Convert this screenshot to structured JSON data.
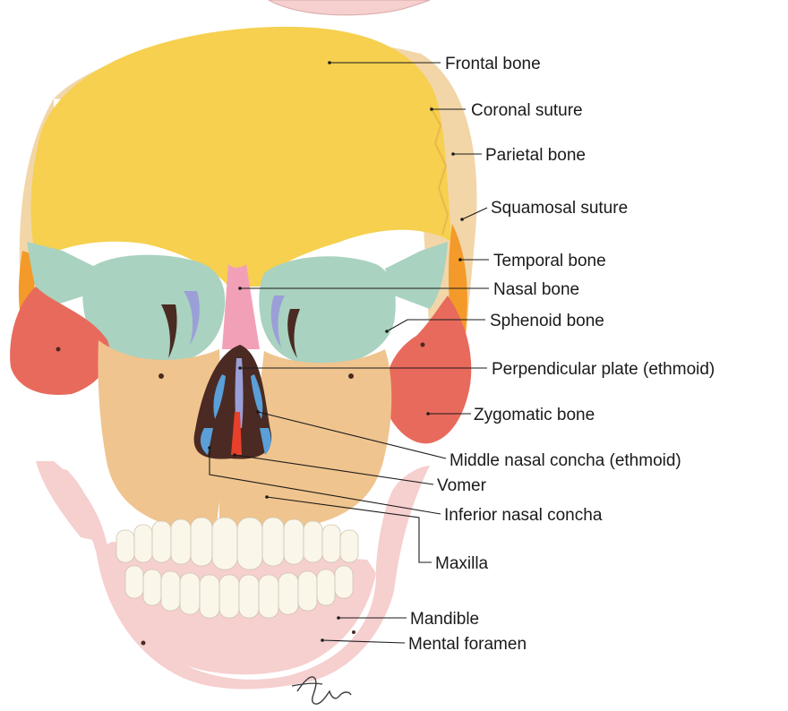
{
  "colors": {
    "frontal": "#f6d04e",
    "parietal": "#f2d6a8",
    "temporal": "#f39a2a",
    "sphenoid": "#a9d2c0",
    "zygomatic": "#e86a5c",
    "maxilla": "#f0c48e",
    "nasal": "#f2a0b8",
    "lacrimal": "#9a9fd8",
    "ethmoid_concha": "#5a9fd8",
    "vomer": "#e8402a",
    "cavity": "#4a2a22",
    "mandible": "#f6cfcf",
    "teeth": "#fbf6ea",
    "leader": "#1a1a1a"
  },
  "labels": [
    {
      "id": "frontal-bone",
      "text": "Frontal bone"
    },
    {
      "id": "coronal-suture",
      "text": "Coronal suture"
    },
    {
      "id": "parietal-bone",
      "text": "Parietal bone"
    },
    {
      "id": "squamosal-suture",
      "text": "Squamosal suture"
    },
    {
      "id": "temporal-bone",
      "text": "Temporal bone"
    },
    {
      "id": "nasal-bone",
      "text": "Nasal bone"
    },
    {
      "id": "sphenoid-bone",
      "text": "Sphenoid bone"
    },
    {
      "id": "perpendicular-plate",
      "text": "Perpendicular plate (ethmoid)"
    },
    {
      "id": "zygomatic-bone",
      "text": "Zygomatic bone"
    },
    {
      "id": "middle-nasal-concha",
      "text": "Middle nasal concha (ethmoid)"
    },
    {
      "id": "vomer",
      "text": "Vomer"
    },
    {
      "id": "inferior-nasal-concha",
      "text": "Inferior nasal concha"
    },
    {
      "id": "maxilla",
      "text": "Maxilla"
    },
    {
      "id": "mandible",
      "text": "Mandible"
    },
    {
      "id": "mental-foramen",
      "text": "Mental foramen"
    }
  ],
  "signature": "Tina"
}
